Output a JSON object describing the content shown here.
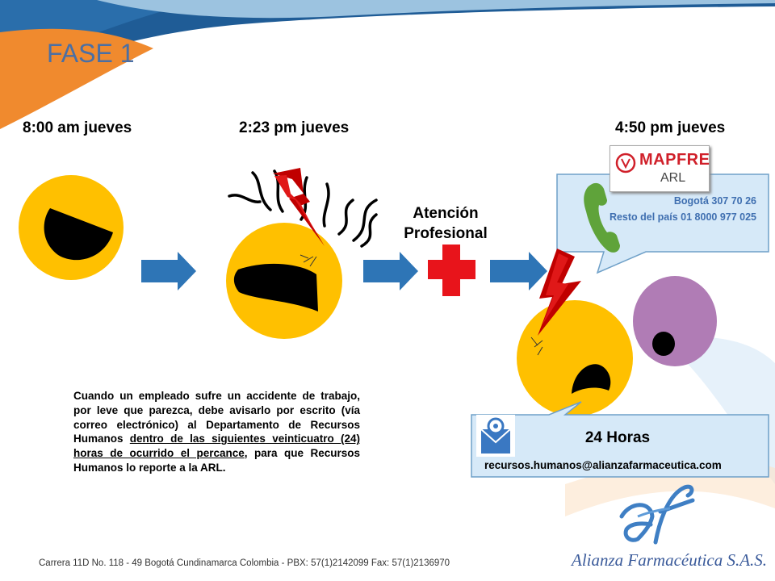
{
  "title": "FASE 1",
  "times": [
    "8:00 am jueves",
    "2:23 pm jueves",
    "4:50 pm jueves"
  ],
  "atencion": [
    "Atención",
    "Profesional"
  ],
  "paragraph": {
    "part1": "Cuando un empleado sufre un accidente de trabajo, por leve que parezca, debe avisarlo por escrito (vía correo electrónico) al Departamento de Recursos Humanos ",
    "underlined": "dentro de las siguientes veinticuatro (24) horas de ocurrido el percance",
    "part2": ", para que Recursos Humanos lo reporte a la ARL."
  },
  "mapfre": {
    "brand": "MAPFRE",
    "sub": "ARL"
  },
  "phones": [
    "Bogotá 307 70 26",
    "Resto del país 01 8000 977 025"
  ],
  "email_box": {
    "title": "24 Horas",
    "email": "recursos.humanos@alianzafarmaceutica.com"
  },
  "footer": "Carrera  11D No. 118 - 49 Bogotá Cundinamarca Colombia - PBX: 57(1)2142099  Fax: 57(1)2136970",
  "company": "Alianza Farmacéutica S.A.S.",
  "logo_text": "af",
  "colors": {
    "face": "#FFC000",
    "arrow": "#2E75B6",
    "cross": "#E8141B",
    "lightning": "#C00000",
    "callout": "#D6E9F8",
    "phone": "#5FA33A",
    "purple": "#B07CB5",
    "title": "#4A6FA5"
  }
}
